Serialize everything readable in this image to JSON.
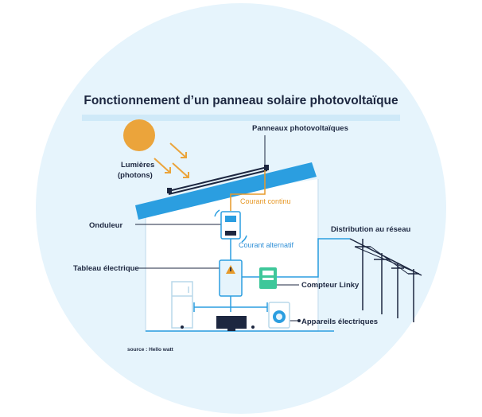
{
  "title": "Fonctionnement d’un panneau solaire photovoltaïque",
  "labels": {
    "panneaux": "Panneaux photovoltaïques",
    "lumieres_line1": "Lumières",
    "lumieres_line2": "(photons)",
    "courant_continu": "Courant continu",
    "onduleur": "Onduleur",
    "courant_alternatif": "Courant alternatif",
    "distribution": "Distribution au réseau",
    "tableau": "Tableau électrique",
    "compteur": "Compteur Linky",
    "appareils": "Appareils électriques",
    "source": "source : Hello watt"
  },
  "colors": {
    "circle_bg": "#e6f4fc",
    "house_bg": "#ffffff",
    "roof": "#2b9ee0",
    "wire_blue": "#2b9ee0",
    "wire_orange": "#e79a2a",
    "sun": "#eba43b",
    "text_dark": "#1d2740",
    "linky": "#3ec79a"
  }
}
